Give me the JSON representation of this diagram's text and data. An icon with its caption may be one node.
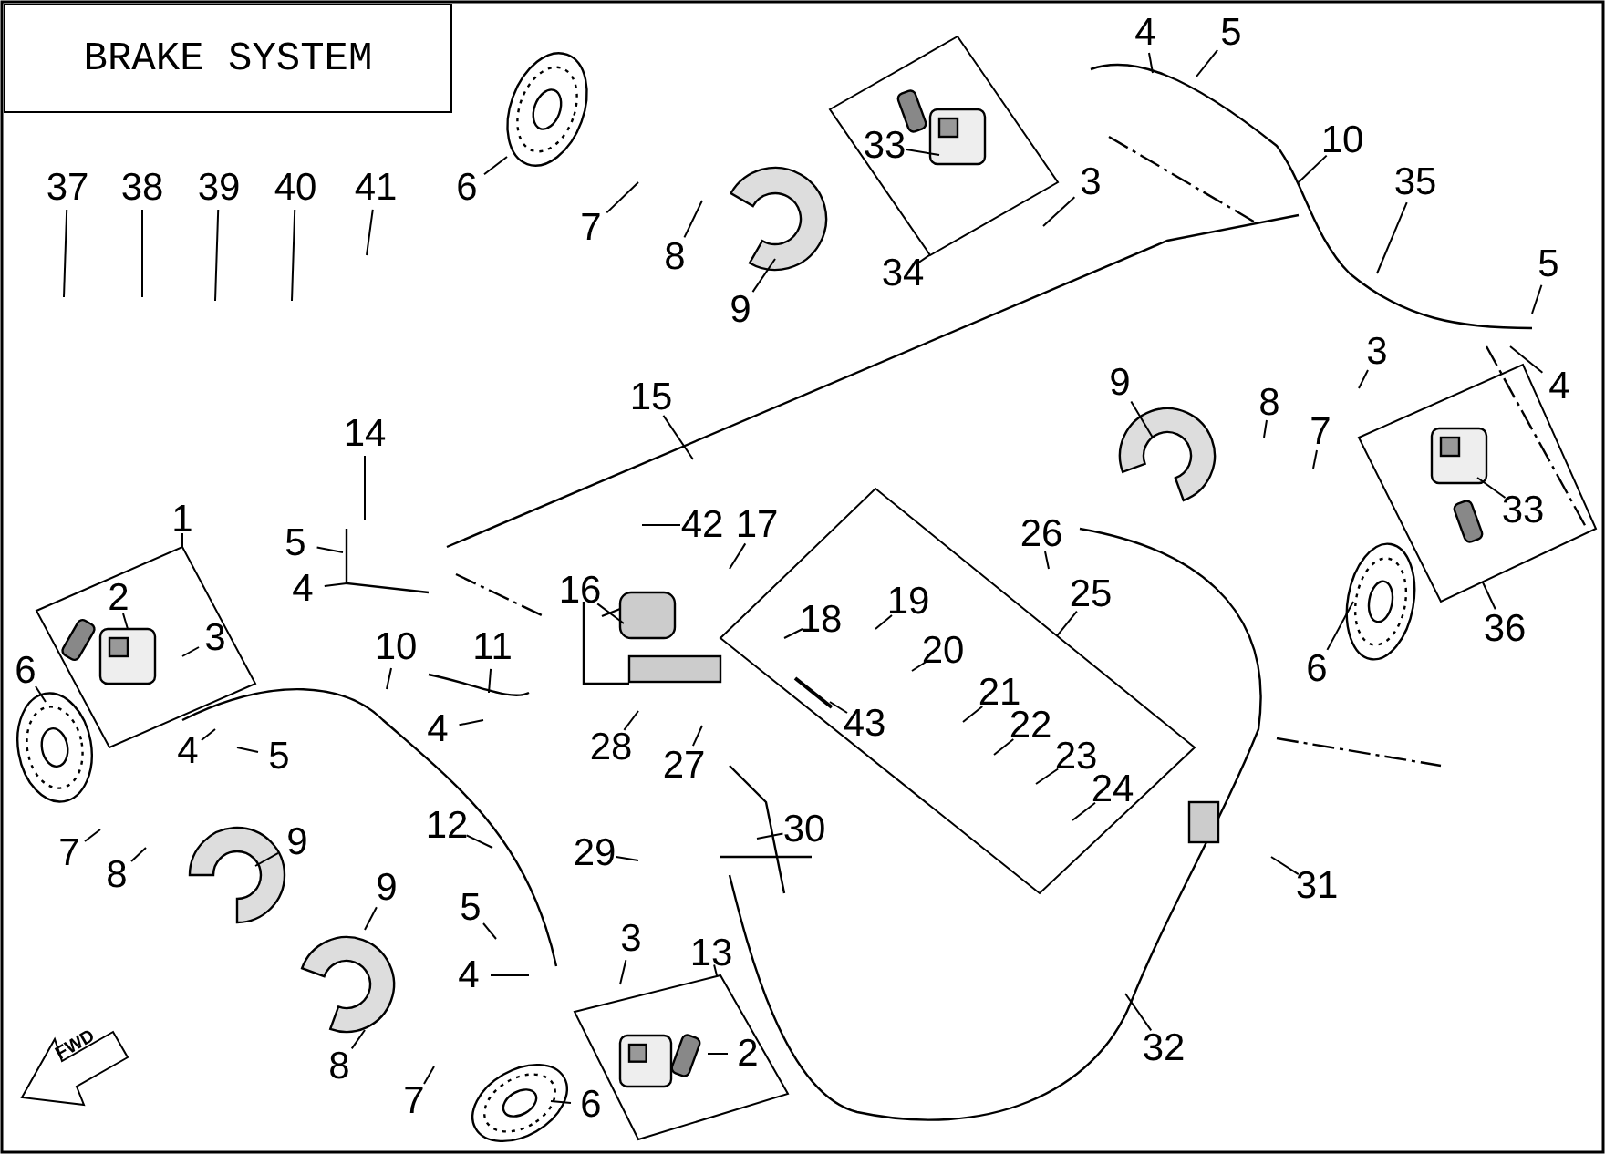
{
  "diagram": {
    "title": "BRAKE SYSTEM",
    "nodes": [
      {
        "text": [
          "37"
        ]
      },
      {
        "text": [
          "38"
        ]
      },
      {
        "text": [
          "39"
        ]
      },
      {
        "text": [
          "40"
        ]
      },
      {
        "text": [
          "41"
        ]
      },
      {
        "text": [
          "6"
        ]
      },
      {
        "text": [
          "7"
        ]
      },
      {
        "text": [
          "8"
        ]
      },
      {
        "text": [
          "9"
        ]
      },
      {
        "text": [],
        "shape": "box"
      },
      {
        "text": [
          "33"
        ],
        "in": 9
      },
      {
        "text": [
          "34"
        ]
      },
      {
        "text": [
          "3"
        ]
      },
      {
        "text": [
          "4"
        ]
      },
      {
        "text": [
          "5"
        ]
      },
      {
        "text": [
          "10"
        ]
      },
      {
        "text": [
          "35"
        ]
      },
      {
        "text": [
          "5"
        ]
      },
      {
        "text": [
          "4"
        ]
      },
      {
        "text": [
          "3"
        ]
      },
      {
        "text": [
          "8"
        ]
      },
      {
        "text": [
          "7"
        ]
      },
      {
        "text": [
          "9"
        ]
      },
      {
        "text": [],
        "shape": "box"
      },
      {
        "text": [
          "33"
        ],
        "in": 23
      },
      {
        "text": [
          "36"
        ]
      },
      {
        "text": [
          "6"
        ]
      },
      {
        "text": [
          "15"
        ]
      },
      {
        "text": [
          "14"
        ]
      },
      {
        "text": [
          "5"
        ]
      },
      {
        "text": [
          "4"
        ]
      },
      {
        "text": [
          "42"
        ]
      },
      {
        "text": [
          "17"
        ]
      },
      {
        "text": [
          "16"
        ]
      },
      {
        "text": [],
        "shape": "box"
      },
      {
        "text": [
          "18"
        ],
        "in": 34
      },
      {
        "text": [
          "19"
        ],
        "in": 34
      },
      {
        "text": [
          "20"
        ],
        "in": 34
      },
      {
        "text": [
          "21"
        ],
        "in": 34
      },
      {
        "text": [
          "22"
        ],
        "in": 34
      },
      {
        "text": [
          "23"
        ],
        "in": 34
      },
      {
        "text": [
          "24"
        ],
        "in": 34
      },
      {
        "text": [
          "43"
        ],
        "in": 34
      },
      {
        "text": [
          "25"
        ]
      },
      {
        "text": [
          "26"
        ]
      },
      {
        "text": [
          "11"
        ]
      },
      {
        "text": [
          "10"
        ]
      },
      {
        "text": [
          "4"
        ]
      },
      {
        "text": [
          "28"
        ]
      },
      {
        "text": [
          "27"
        ]
      },
      {
        "text": [],
        "shape": "box"
      },
      {
        "text": [
          "2"
        ],
        "in": 50
      },
      {
        "text": [
          "3"
        ],
        "in": 50
      },
      {
        "text": [
          "1"
        ]
      },
      {
        "text": [
          "6"
        ]
      },
      {
        "text": [
          "4"
        ]
      },
      {
        "text": [
          "5"
        ]
      },
      {
        "text": [
          "7"
        ]
      },
      {
        "text": [
          "8"
        ]
      },
      {
        "text": [
          "9"
        ]
      },
      {
        "text": [
          "12"
        ]
      },
      {
        "text": [
          "29"
        ]
      },
      {
        "text": [
          "30"
        ]
      },
      {
        "text": [
          "31"
        ]
      },
      {
        "text": [
          "32"
        ]
      },
      {
        "text": [
          "9"
        ]
      },
      {
        "text": [
          "5"
        ]
      },
      {
        "text": [
          "4"
        ]
      },
      {
        "text": [
          "3"
        ]
      },
      {
        "text": [],
        "shape": "box"
      },
      {
        "text": [
          "2"
        ],
        "in": 69
      },
      {
        "text": [
          "13"
        ]
      },
      {
        "text": [
          "8"
        ]
      },
      {
        "text": [
          "7"
        ]
      },
      {
        "text": [
          "6"
        ]
      }
    ],
    "edges": [
      {
        "from": 0,
        "to": null,
        "arrow": "none"
      },
      {
        "from": 1,
        "to": null,
        "arrow": "none"
      },
      {
        "from": 2,
        "to": null,
        "arrow": "none"
      },
      {
        "from": 3,
        "to": null,
        "arrow": "none"
      },
      {
        "from": 4,
        "to": null,
        "arrow": "none"
      },
      {
        "from": 5,
        "to": null,
        "arrow": "none"
      },
      {
        "from": 6,
        "to": null,
        "arrow": "none"
      },
      {
        "from": 7,
        "to": null,
        "arrow": "none"
      },
      {
        "from": 8,
        "to": null,
        "arrow": "none"
      },
      {
        "from": 10,
        "to": null,
        "arrow": "none"
      },
      {
        "from": 11,
        "to": 9,
        "arrow": "none"
      },
      {
        "from": 12,
        "to": null,
        "arrow": "none"
      },
      {
        "from": 13,
        "to": null,
        "arrow": "none"
      },
      {
        "from": 14,
        "to": null,
        "arrow": "none"
      },
      {
        "from": 15,
        "to": null,
        "arrow": "none"
      },
      {
        "from": 16,
        "to": null,
        "arrow": "none"
      },
      {
        "from": 17,
        "to": null,
        "arrow": "none"
      },
      {
        "from": 18,
        "to": null,
        "arrow": "none"
      },
      {
        "from": 19,
        "to": null,
        "arrow": "none"
      },
      {
        "from": 20,
        "to": null,
        "arrow": "none"
      },
      {
        "from": 21,
        "to": null,
        "arrow": "none"
      },
      {
        "from": 22,
        "to": null,
        "arrow": "none"
      },
      {
        "from": 24,
        "to": null,
        "arrow": "none"
      },
      {
        "from": 25,
        "to": 23,
        "arrow": "none"
      },
      {
        "from": 26,
        "to": null,
        "arrow": "none"
      },
      {
        "from": 27,
        "to": null,
        "arrow": "none"
      },
      {
        "from": 28,
        "to": null,
        "arrow": "none"
      },
      {
        "from": 29,
        "to": null,
        "arrow": "none"
      },
      {
        "from": 30,
        "to": null,
        "arrow": "none"
      },
      {
        "from": 31,
        "to": null,
        "arrow": "none"
      },
      {
        "from": 32,
        "to": null,
        "arrow": "none"
      },
      {
        "from": 33,
        "to": null,
        "arrow": "none"
      },
      {
        "from": 35,
        "to": null,
        "arrow": "none"
      },
      {
        "from": 36,
        "to": null,
        "arrow": "none"
      },
      {
        "from": 37,
        "to": null,
        "arrow": "none"
      },
      {
        "from": 38,
        "to": null,
        "arrow": "none"
      },
      {
        "from": 39,
        "to": null,
        "arrow": "none"
      },
      {
        "from": 40,
        "to": null,
        "arrow": "none"
      },
      {
        "from": 41,
        "to": null,
        "arrow": "none"
      },
      {
        "from": 42,
        "to": null,
        "arrow": "none"
      },
      {
        "from": 43,
        "to": 34,
        "arrow": "none"
      },
      {
        "from": 44,
        "to": null,
        "arrow": "none"
      },
      {
        "from": 45,
        "to": null,
        "arrow": "none"
      },
      {
        "from": 46,
        "to": null,
        "arrow": "none"
      },
      {
        "from": 47,
        "to": null,
        "arrow": "none"
      },
      {
        "from": 48,
        "to": null,
        "arrow": "none"
      },
      {
        "from": 49,
        "to": null,
        "arrow": "none"
      },
      {
        "from": 51,
        "to": null,
        "arrow": "none"
      },
      {
        "from": 52,
        "to": null,
        "arrow": "none"
      },
      {
        "from": 53,
        "to": 50,
        "arrow": "none"
      },
      {
        "from": 54,
        "to": null,
        "arrow": "none"
      },
      {
        "from": 55,
        "to": null,
        "arrow": "none"
      },
      {
        "from": 56,
        "to": null,
        "arrow": "none"
      },
      {
        "from": 57,
        "to": null,
        "arrow": "none"
      },
      {
        "from": 58,
        "to": null,
        "arrow": "none"
      },
      {
        "from": 59,
        "to": null,
        "arrow": "none"
      },
      {
        "from": 60,
        "to": null,
        "arrow": "none"
      },
      {
        "from": 61,
        "to": null,
        "arrow": "none"
      },
      {
        "from": 62,
        "to": null,
        "arrow": "none"
      },
      {
        "from": 63,
        "to": null,
        "arrow": "none"
      },
      {
        "from": 64,
        "to": null,
        "arrow": "none"
      },
      {
        "from": 65,
        "to": null,
        "arrow": "none"
      },
      {
        "from": 66,
        "to": null,
        "arrow": "none"
      },
      {
        "from": 67,
        "to": null,
        "arrow": "none"
      },
      {
        "from": 68,
        "to": null,
        "arrow": "none"
      },
      {
        "from": 70,
        "to": null,
        "arrow": "none"
      },
      {
        "from": 71,
        "to": 69,
        "arrow": "none"
      },
      {
        "from": 72,
        "to": null,
        "arrow": "none"
      },
      {
        "from": 73,
        "to": null,
        "arrow": "none"
      },
      {
        "from": 74,
        "to": null,
        "arrow": "none"
      }
    ],
    "labels": [
      "FWD"
    ]
  }
}
